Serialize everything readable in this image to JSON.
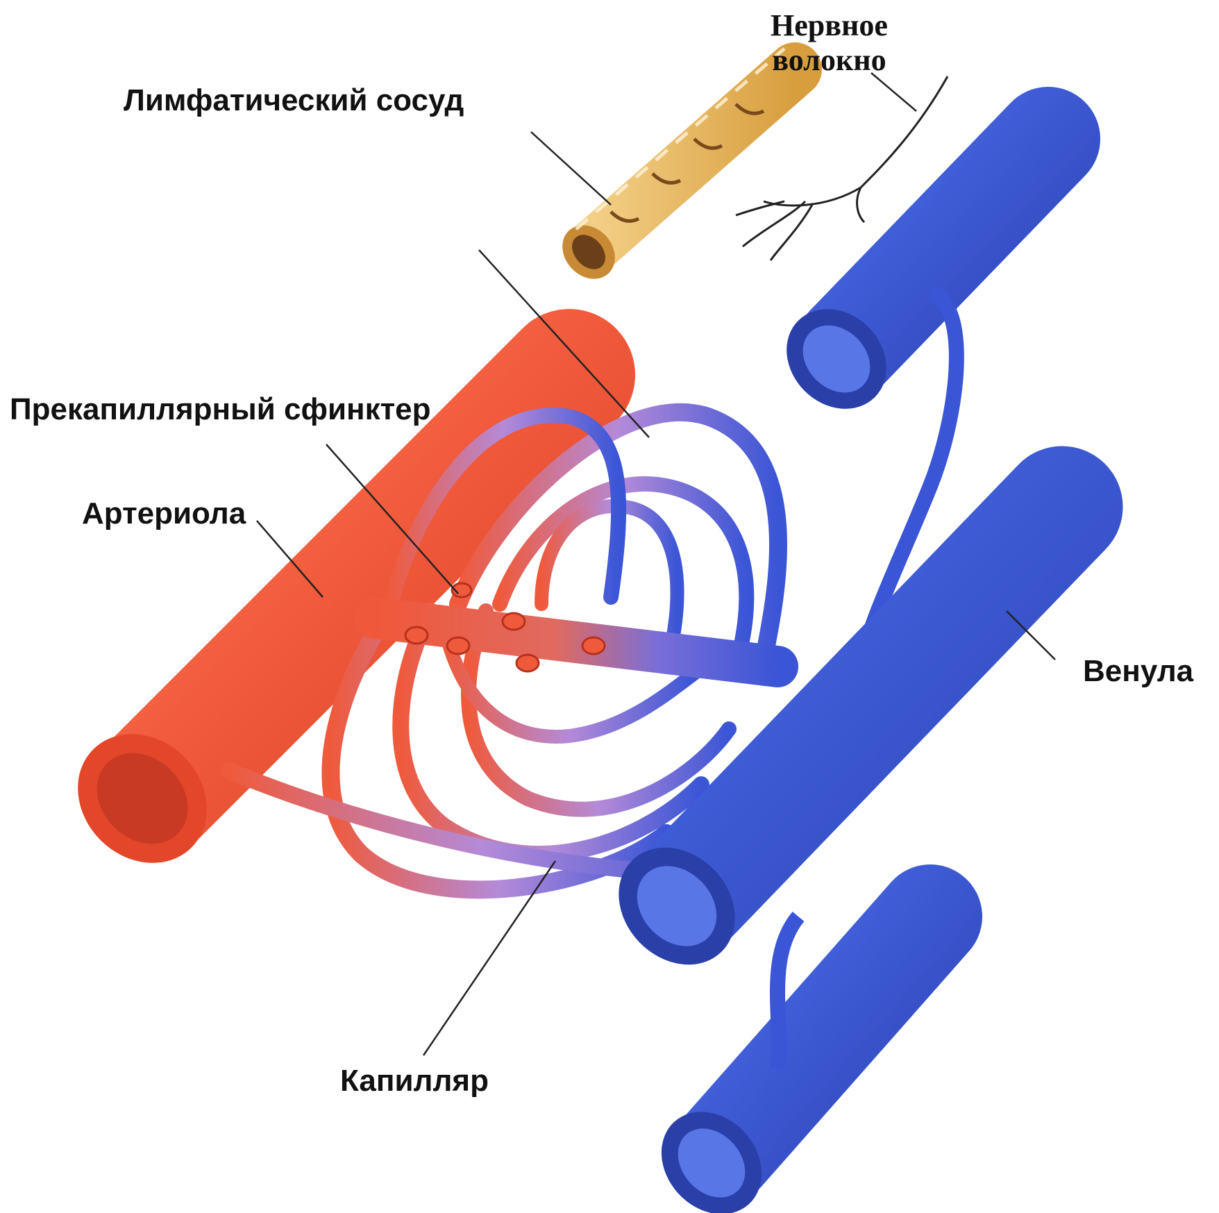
{
  "labels": {
    "nerve_fiber": [
      "Нервное",
      "волокно"
    ],
    "lymphatic_vessel": "Лимфатический сосуд",
    "precapillary_sphincter": "Прекапиллярный сфинктер",
    "arteriole": "Артериола",
    "venule": "Венула",
    "capillary": "Капилляр"
  },
  "colors": {
    "arteriole": "#ef5a3c",
    "venule": "#3a55d6",
    "lymph": "#e8b45a",
    "mixed": "#b48ad8",
    "leader_line": "#222222"
  }
}
